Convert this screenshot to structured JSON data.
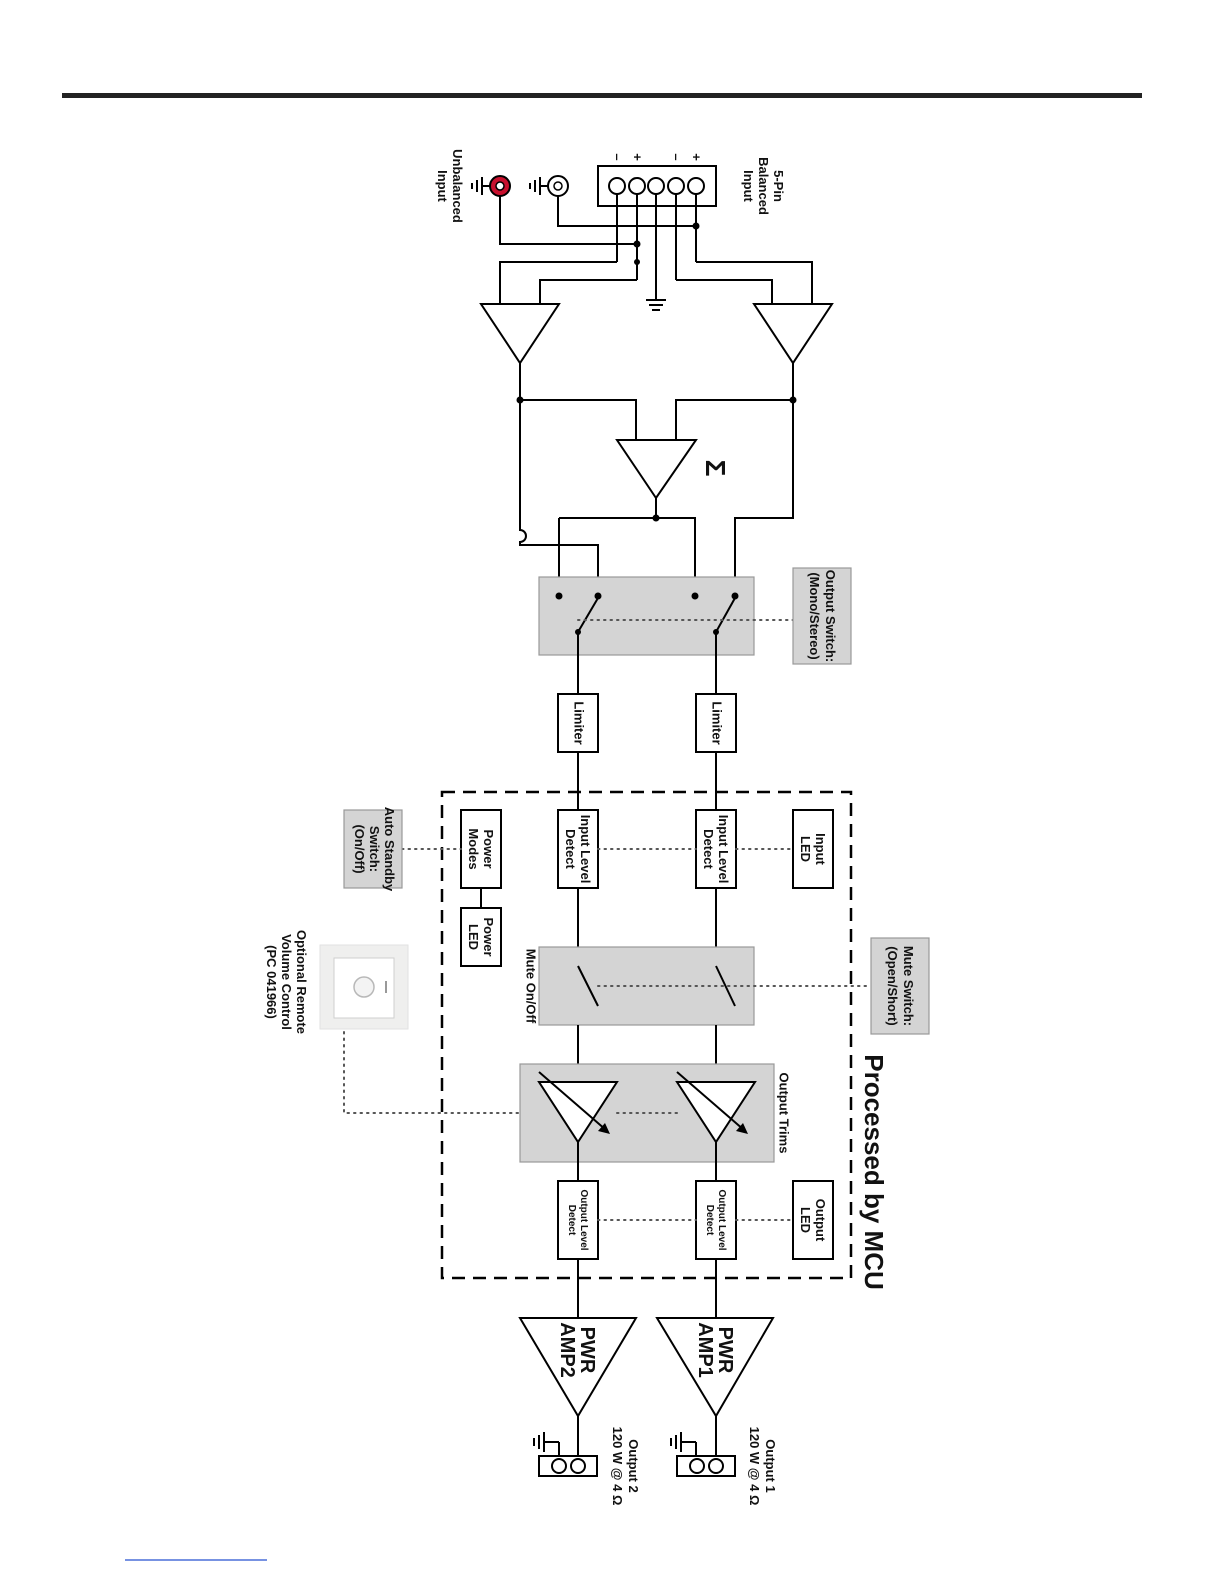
{
  "labels": {
    "balanced_input": [
      "5-Pin",
      "Balanced",
      "Input"
    ],
    "unbalanced_input": [
      "Unbalanced",
      "Input"
    ],
    "pin_signs": [
      "–",
      "+",
      "–",
      "+"
    ],
    "sum_symbol": "Σ",
    "output_switch": [
      "Output Switch:",
      "(Mono/Stereo)"
    ],
    "limiter": "Limiter",
    "input_level_detect": [
      "Input Level",
      "Detect"
    ],
    "input_led": [
      "Input",
      "LED"
    ],
    "power_modes": [
      "Power",
      "Modes"
    ],
    "power_led": [
      "Power",
      "LED"
    ],
    "auto_standby": [
      "Auto Standby",
      "Switch:",
      "(On/Off)"
    ],
    "mute_on_off": "Mute On/Off",
    "mute_switch": [
      "Mute Switch:",
      "(Open/Short)"
    ],
    "remote_volume": [
      "Optional Remote",
      "Volume Control",
      "(PC 041966)"
    ],
    "output_trims": "Output Trims",
    "output_level_detect": [
      "Output Level",
      "Detect"
    ],
    "output_led": [
      "Output",
      "LED"
    ],
    "processed_by_mcu": "Processed by MCU",
    "pwr_amp1": [
      "PWR",
      "AMP1"
    ],
    "pwr_amp2": [
      "PWR",
      "AMP2"
    ],
    "output1": [
      "Output 1",
      "120 W @ 4 Ω"
    ],
    "output2": [
      "Output 2",
      "120 W @ 4 Ω"
    ]
  },
  "colors": {
    "rca_red": "#c8102e",
    "gray_block": "#d4d4d4"
  }
}
